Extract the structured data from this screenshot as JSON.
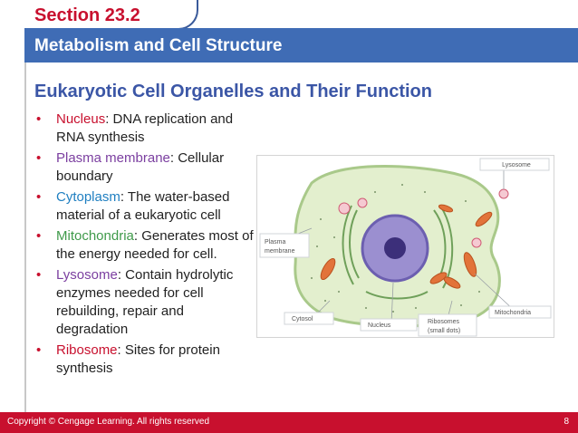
{
  "section": "Section 23.2",
  "header": "Metabolism and Cell Structure",
  "title": "Eukaryotic Cell Organelles and Their Function",
  "bullets": [
    {
      "term": "Nucleus",
      "rest": ": DNA replication and RNA synthesis",
      "color": "#c8102e"
    },
    {
      "term": "Plasma membrane",
      "rest": ": Cellular boundary",
      "color": "#7b3fa0"
    },
    {
      "term": "Cytoplasm",
      "rest": ": The water-based material of a eukaryotic cell",
      "color": "#1f7fc1"
    },
    {
      "term": "Mitochondria",
      "rest": ": Generates most of the energy needed for cell.",
      "color": "#3f9a4a"
    },
    {
      "term": "Lysosome",
      "rest": ": Contain hydrolytic enzymes needed for cell rebuilding, repair and degradation",
      "color": "#7b3fa0"
    },
    {
      "term": "Ribosome",
      "rest": ": Sites for protein synthesis",
      "color": "#c8102e"
    }
  ],
  "figure_labels": {
    "lysosome": "Lysosome",
    "plasma_membrane_1": "Plasma",
    "plasma_membrane_2": "membrane",
    "cytosol": "Cytosol",
    "nucleus": "Nucleus",
    "ribosomes_1": "Ribosomes",
    "ribosomes_2": "(small dots)",
    "mitochondria": "Mitochondria"
  },
  "footer": {
    "copyright": "Copyright © Cengage Learning. All rights reserved",
    "page": "8"
  },
  "colors": {
    "accent_red": "#c8102e",
    "header_blue": "#3f6cb5",
    "title_blue": "#3b56a6"
  }
}
